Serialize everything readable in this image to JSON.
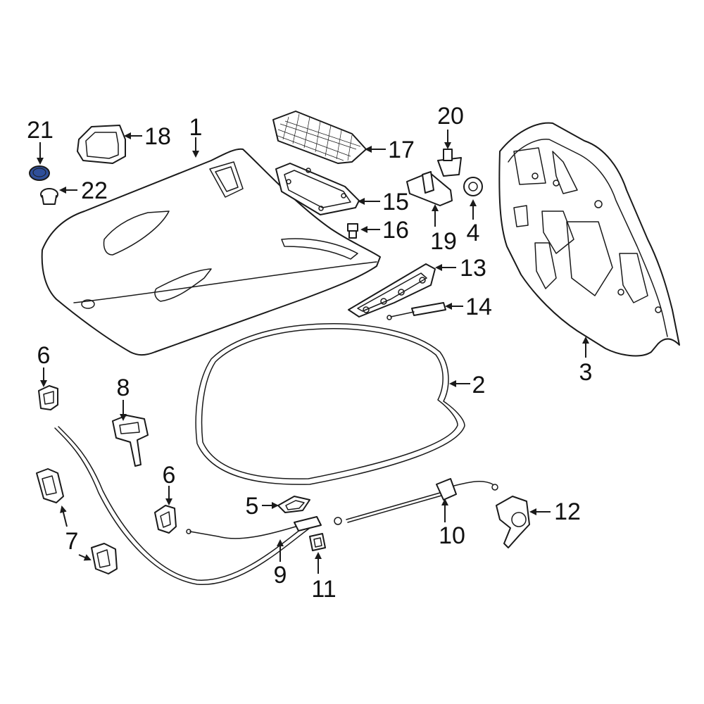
{
  "highlight_color": "#2f4f9a",
  "callouts": [
    {
      "id": "c1",
      "label": "1"
    },
    {
      "id": "c2",
      "label": "2"
    },
    {
      "id": "c3",
      "label": "3"
    },
    {
      "id": "c4",
      "label": "4"
    },
    {
      "id": "c5",
      "label": "5"
    },
    {
      "id": "c6a",
      "label": "6"
    },
    {
      "id": "c6b",
      "label": "6"
    },
    {
      "id": "c7",
      "label": "7"
    },
    {
      "id": "c8",
      "label": "8"
    },
    {
      "id": "c9",
      "label": "9"
    },
    {
      "id": "c10",
      "label": "10"
    },
    {
      "id": "c11",
      "label": "11"
    },
    {
      "id": "c12",
      "label": "12"
    },
    {
      "id": "c13",
      "label": "13"
    },
    {
      "id": "c14",
      "label": "14"
    },
    {
      "id": "c15",
      "label": "15"
    },
    {
      "id": "c16",
      "label": "16"
    },
    {
      "id": "c17",
      "label": "17"
    },
    {
      "id": "c18",
      "label": "18"
    },
    {
      "id": "c19",
      "label": "19"
    },
    {
      "id": "c20",
      "label": "20"
    },
    {
      "id": "c21",
      "label": "21"
    },
    {
      "id": "c22",
      "label": "22"
    }
  ]
}
